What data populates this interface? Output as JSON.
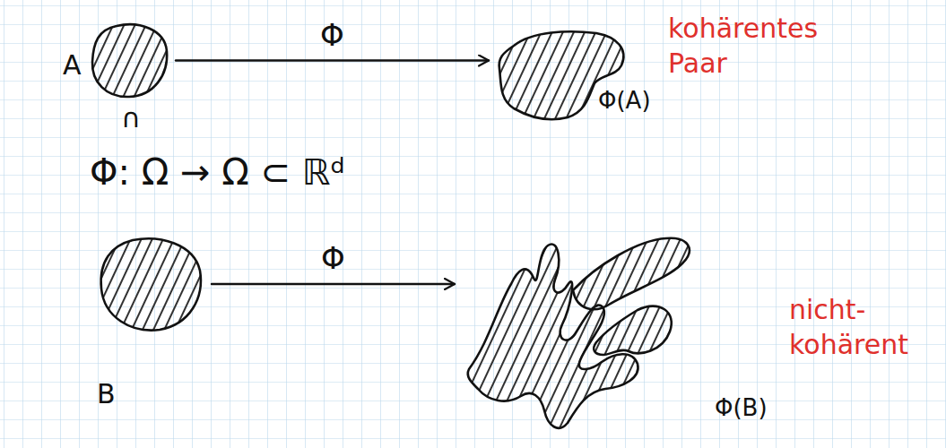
{
  "diagram": {
    "nodes": [
      {
        "text": [
          "A"
        ]
      },
      {
        "text": [
          "Φ(A)"
        ]
      },
      {
        "text": [
          "B"
        ]
      },
      {
        "text": [
          "Φ(B)"
        ]
      }
    ],
    "edges": [
      {
        "from": 0,
        "to": 1,
        "arrow": "to",
        "label": "Φ"
      },
      {
        "from": 2,
        "to": 3,
        "arrow": "to",
        "label": "Φ"
      }
    ],
    "labels": [
      "∩",
      "Φ: Ω → Ω ⊂ ℝᵈ",
      "kohärentes Paar",
      "nicht-kohärent"
    ]
  }
}
